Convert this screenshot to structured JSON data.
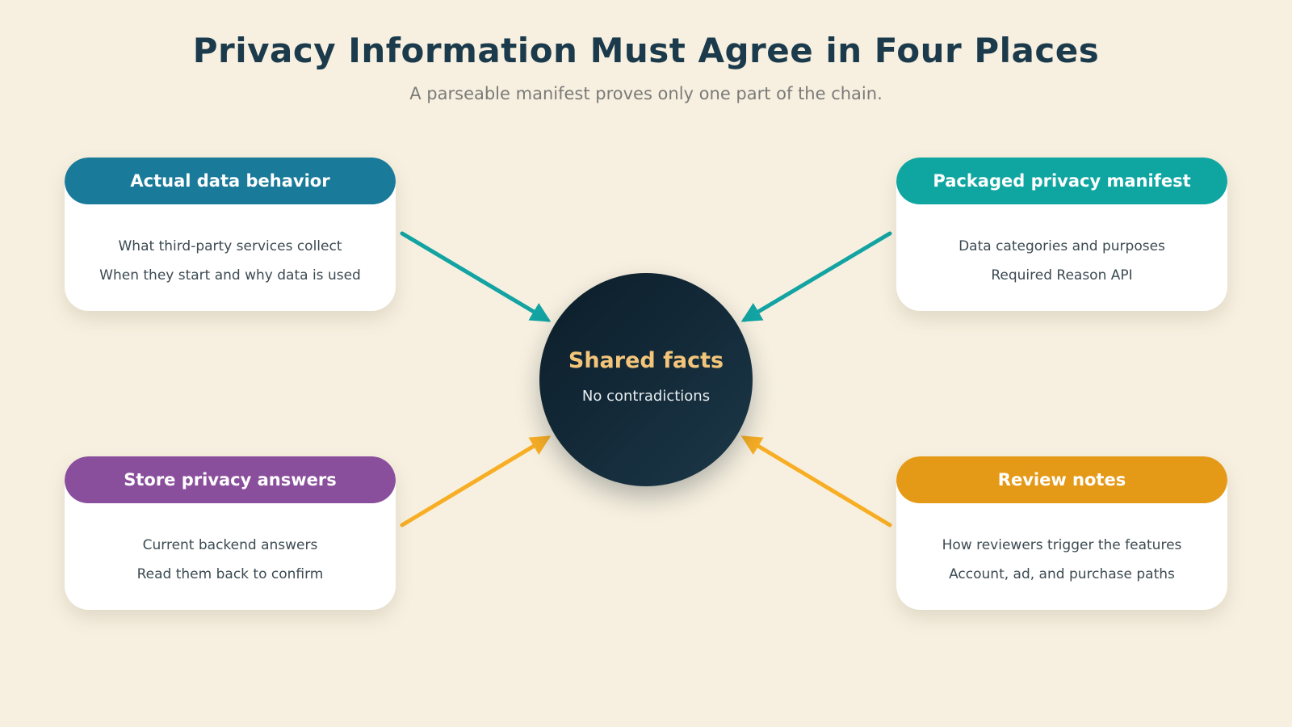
{
  "header": {
    "title": "Privacy Information Must Agree in Four Places",
    "subtitle": "A parseable manifest proves only one part of the chain."
  },
  "hub": {
    "title": "Shared facts",
    "subtitle": "No contradictions"
  },
  "cards": [
    {
      "title": "Actual data behavior",
      "color": "#1a7a9a",
      "lines": [
        "What third-party services collect",
        "When they start and why data is used"
      ]
    },
    {
      "title": "Packaged privacy manifest",
      "color": "#0fa6a2",
      "lines": [
        "Data categories and purposes",
        "Required Reason API"
      ]
    },
    {
      "title": "Store privacy answers",
      "color": "#8a4f9c",
      "lines": [
        "Current backend answers",
        "Read them back to confirm"
      ]
    },
    {
      "title": "Review notes",
      "color": "#e59a17",
      "lines": [
        "How reviewers trigger the features",
        "Account, ad, and purchase paths"
      ]
    }
  ],
  "arrow_colors": {
    "top": "#12a3a2",
    "bottom": "#f7ae25"
  }
}
